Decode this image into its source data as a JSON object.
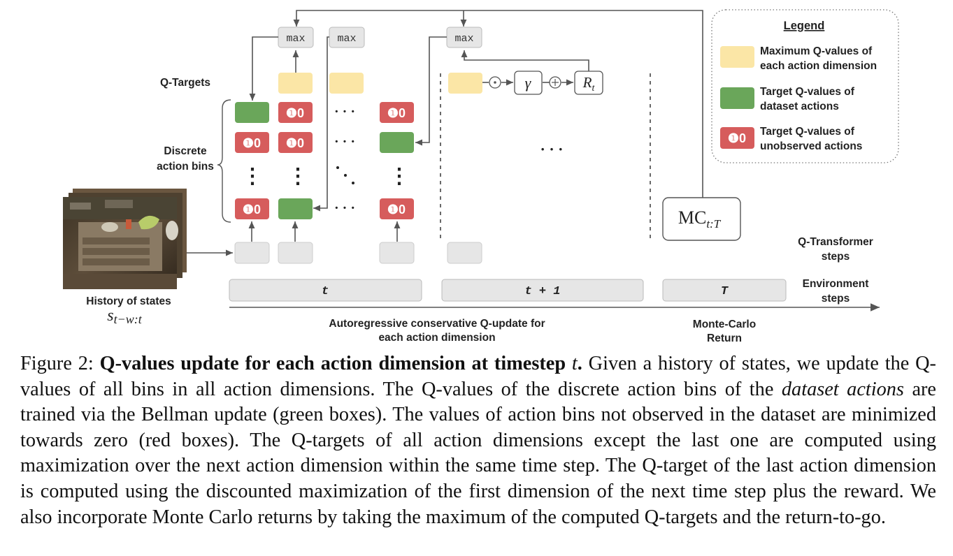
{
  "labels": {
    "q_targets": "Q-Targets",
    "discrete_line1": "Discrete",
    "discrete_line2": "action bins",
    "history_label": "History of states",
    "history_math_s": "s",
    "history_math_sub": "t−w:t",
    "max": "max",
    "zero_marker": "❶0",
    "gamma": "γ",
    "r_main": "R",
    "r_sub": "t",
    "mc_main": "MC",
    "mc_sub": "t:T",
    "qtransformer_line1": "Q-Transformer",
    "qtransformer_line2": "steps",
    "env_line1": "Environment",
    "env_line2": "steps",
    "step_t": "t",
    "step_t1": "t + 1",
    "step_T": "T",
    "auto_line1": "Autoregressive conservative Q-update for",
    "auto_line2": "each action dimension",
    "mc_return_line1": "Monte-Carlo",
    "mc_return_line2": "Return",
    "vdots": "⋮",
    "hdots": "· · ·",
    "odot": "⊙",
    "oplus": "⊕"
  },
  "legend": {
    "title": "Legend",
    "items": [
      {
        "line1": "Maximum Q-values of",
        "line2": "each action dimension",
        "color": "#fbe6a6"
      },
      {
        "line1": "Target Q-values of",
        "line2": "dataset actions",
        "color": "#6aa65a"
      },
      {
        "line1": "Target Q-values of",
        "line2": "unobserved actions",
        "color": "#d65c5c"
      }
    ]
  },
  "colors": {
    "yellow": "#fbe6a6",
    "green": "#6aa65a",
    "red": "#d65c5c",
    "gray_box": "#e6e6e6",
    "line": "#555555"
  },
  "caption": {
    "prefix": "Figure 2: ",
    "bold": "Q-values update for each action dimension at timestep ",
    "bold_math": "t",
    "bold_end": ".",
    "text1": " Given a history of states, we update the Q-values of all bins in all action dimensions. The Q-values of the discrete action bins of the ",
    "italic": "dataset actions",
    "text2": " are trained via the Bellman update (green boxes). The values of action bins not observed in the dataset are minimized towards zero (red boxes). The Q-targets of all action dimensions except the last one are computed using maximization over the next action dimension within the same time step. The Q-target of the last action dimension is computed using the discounted maximization of the first dimension of the next time step plus the reward. We also incorporate Monte Carlo returns by taking the maximum of the computed Q-targets and the return-to-go."
  }
}
